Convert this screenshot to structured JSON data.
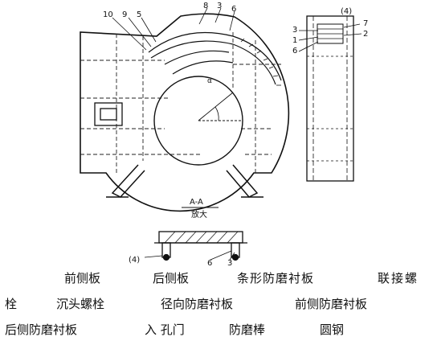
{
  "diagram": {
    "main_numbers": [
      "10",
      "9",
      "5",
      "8",
      "3",
      "6"
    ],
    "side_header": "(4)",
    "side_numbers": [
      "3",
      "1",
      "6",
      "7",
      "2"
    ],
    "section_title": "A-A",
    "section_subtitle": "放大",
    "detail_numbers": [
      "(4)",
      "6",
      "3"
    ]
  },
  "caption": {
    "line1": [
      "前侧板",
      "后侧板",
      "条形防磨衬板",
      "联接螺"
    ],
    "line2": [
      "栓",
      "沉头螺栓",
      "径向防磨衬板",
      "前侧防磨衬板"
    ],
    "line3": [
      "后侧防磨衬板",
      "入 孔门",
      "防磨棒",
      "圆钢"
    ]
  }
}
